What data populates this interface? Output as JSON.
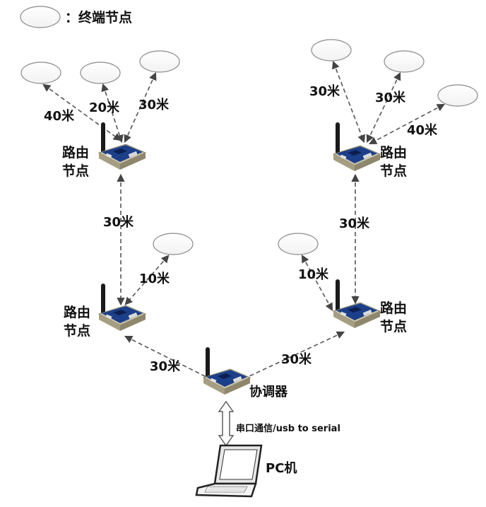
{
  "legend": {
    "label": "：终端节点"
  },
  "nodes": {
    "router_top_left": [
      "路由",
      "节点"
    ],
    "router_top_right": [
      "路由",
      "节点"
    ],
    "router_mid_left": [
      "路由",
      "节点"
    ],
    "router_mid_right": [
      "路由",
      "节点"
    ],
    "coordinator": "协调器",
    "pc": "PC机"
  },
  "distances": {
    "tl_a": "40米",
    "tl_b": "20米",
    "tl_c": "30米",
    "tr_a": "30米",
    "tr_b": "30米",
    "tr_c": "40米",
    "left_vertical": "30米",
    "right_vertical": "30米",
    "ml_end": "10米",
    "mr_end": "10米",
    "ml_coord": "30米",
    "mr_coord": "30米"
  },
  "serial_link": "串口通信/usb to serial",
  "colors": {
    "board": "#1c3f8a",
    "board_edge": "#c9c2a8",
    "antenna": "#1a1a1a",
    "link": "#555555",
    "node_stroke": "#8a8a8a"
  }
}
